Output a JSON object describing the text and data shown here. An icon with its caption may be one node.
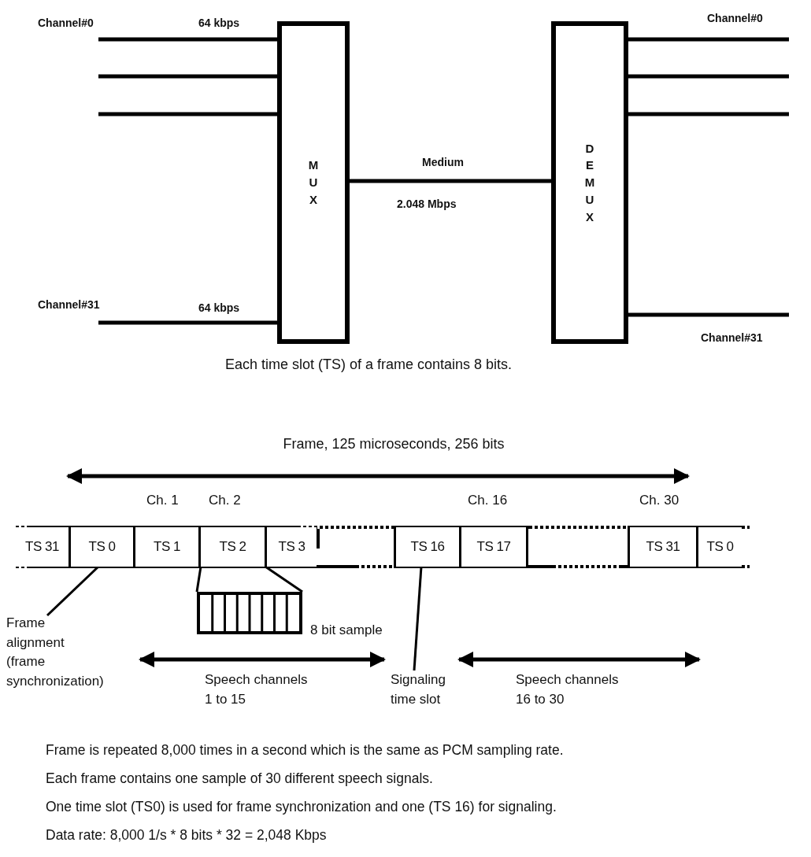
{
  "diagram": {
    "nodes": [
      {
        "text": [
          "M U X"
        ]
      },
      {
        "text": [
          "D E M U X"
        ]
      },
      {
        "text": [
          "TS 31"
        ]
      },
      {
        "text": [
          "TS 0"
        ]
      },
      {
        "text": [
          "TS 1"
        ]
      },
      {
        "text": [
          "TS 2"
        ]
      },
      {
        "text": [
          "TS 3"
        ]
      },
      {
        "text": [
          "TS 16"
        ]
      },
      {
        "text": [
          "TS 17"
        ]
      },
      {
        "text": [
          "TS 31"
        ]
      },
      {
        "text": [
          "TS 0"
        ]
      },
      {
        "text": [],
        "shape": "bar",
        "beside": [
          "8 bit sample"
        ]
      },
      {
        "text": [
          "Frame alignment (frame synchronization)"
        ]
      },
      {
        "text": [
          "Signaling time slot"
        ]
      }
    ],
    "edges": [
      {
        "from": null,
        "to": 0,
        "arrow": "none"
      },
      {
        "from": null,
        "to": 0,
        "arrow": "none"
      },
      {
        "from": null,
        "to": 0,
        "arrow": "none"
      },
      {
        "from": null,
        "to": 0,
        "arrow": "none"
      },
      {
        "from": 1,
        "to": null,
        "arrow": "none"
      },
      {
        "from": 1,
        "to": null,
        "arrow": "none"
      },
      {
        "from": 1,
        "to": null,
        "arrow": "none"
      },
      {
        "from": 1,
        "to": null,
        "arrow": "none"
      },
      {
        "from": 0,
        "to": 1,
        "arrow": "none",
        "label": "Medium"
      },
      {
        "from": 5,
        "to": 11,
        "arrow": "none"
      },
      {
        "from": 5,
        "to": 11,
        "arrow": "none"
      },
      {
        "from": 12,
        "to": 3,
        "arrow": "none"
      },
      {
        "from": 13,
        "to": 7,
        "arrow": "none"
      }
    ],
    "labels": [
      "Channel#0",
      "64 kbps",
      "Channel#0",
      "2.048 Mbps",
      "Channel#31",
      "64 kbps",
      "Channel#31",
      "Each time slot (TS) of a frame contains 8 bits.",
      "Frame, 125 microseconds, 256 bits",
      "Ch. 1",
      "Ch. 2",
      "Ch. 16",
      "Ch. 30",
      "Speech channels 1 to 15",
      "Speech channels 16 to 30",
      "Frame is repeated 8,000 times in a second which is the same as PCM sampling rate.",
      "Each frame contains one sample of 30 different speech signals.",
      "One time slot (TS0) is used for frame synchronization and one (TS 16) for signaling.",
      "Data rate: 8,000 1/s * 8 bits * 32 = 2,048 Kbps"
    ]
  }
}
